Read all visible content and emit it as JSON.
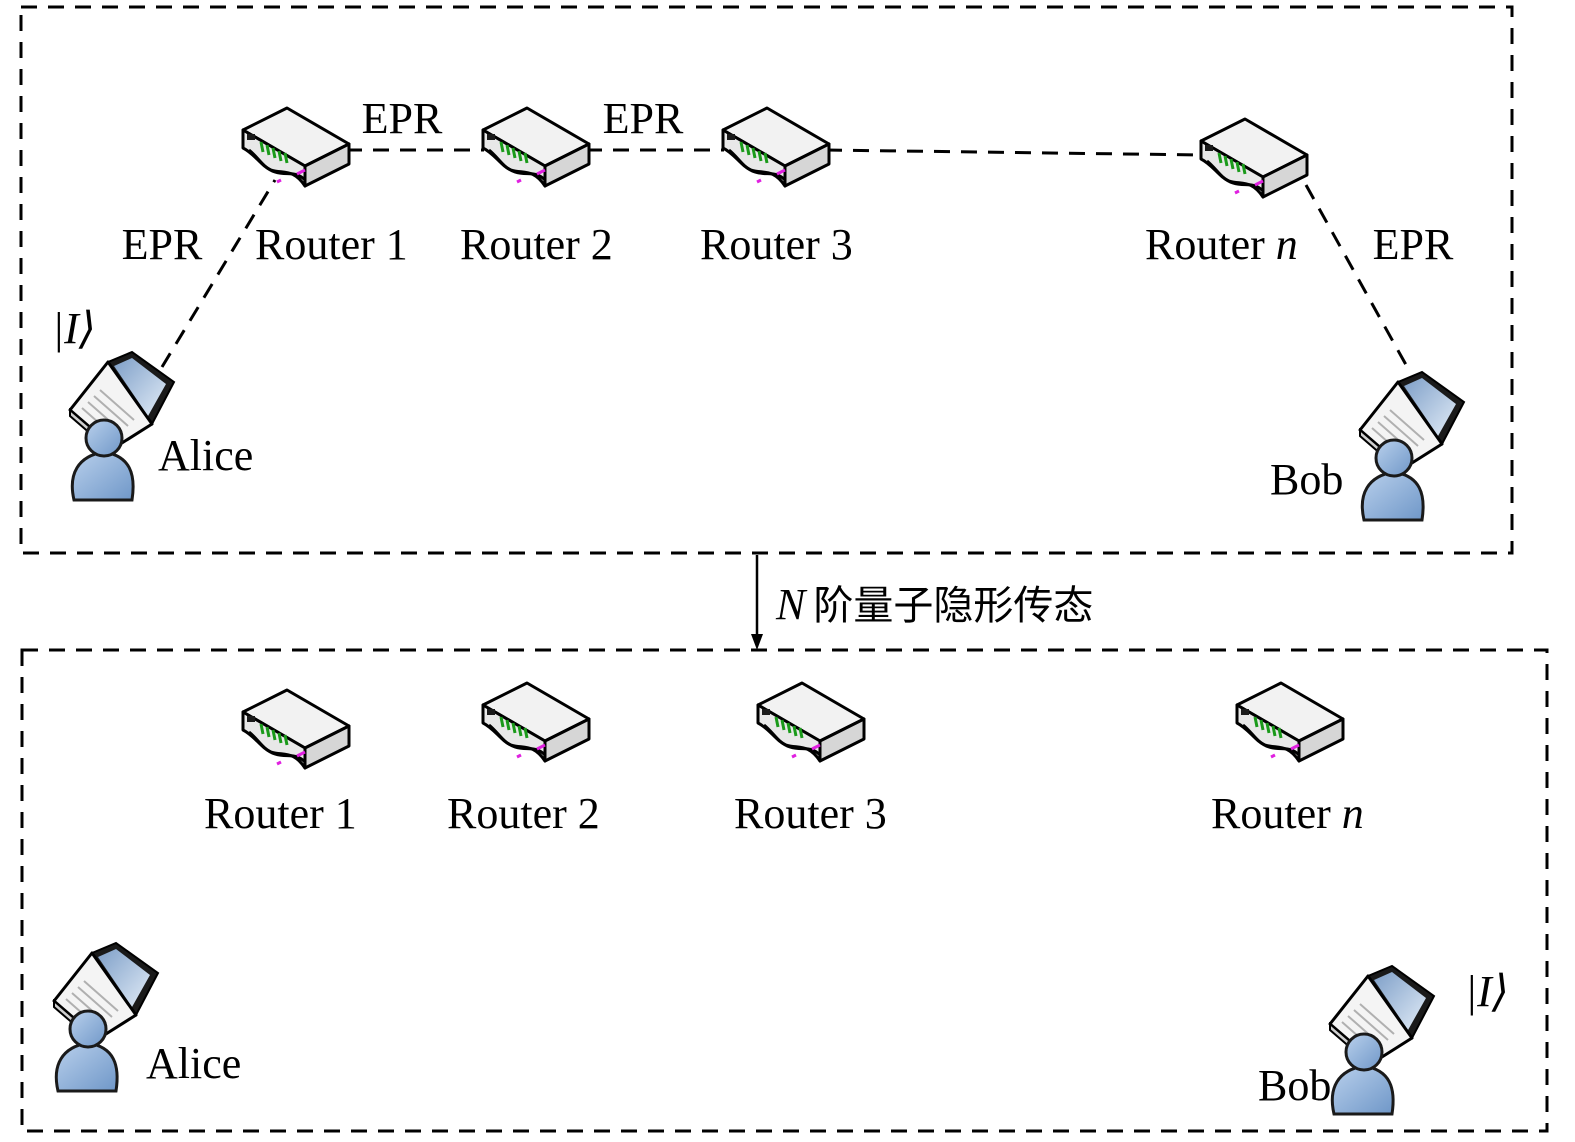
{
  "caption": {
    "prefix": "N",
    "text": "阶量子隐形传态"
  },
  "epr_label": "EPR",
  "ket_label": "|I⟩",
  "top_panel": {
    "routers": [
      {
        "name": "Router",
        "index": "1",
        "index_italic": false
      },
      {
        "name": "Router",
        "index": "2",
        "index_italic": false
      },
      {
        "name": "Router",
        "index": "3",
        "index_italic": false
      },
      {
        "name": "Router",
        "index": "n",
        "index_italic": true
      }
    ],
    "alice": {
      "name": "Alice",
      "holds_state": true
    },
    "bob": {
      "name": "Bob",
      "holds_state": false
    },
    "links": [
      {
        "from": "Alice",
        "to": "Router 1",
        "label": "EPR"
      },
      {
        "from": "Router 1",
        "to": "Router 2",
        "label": "EPR"
      },
      {
        "from": "Router 2",
        "to": "Router 3",
        "label": "EPR"
      },
      {
        "from": "Router 3",
        "to": "Router n",
        "label": ""
      },
      {
        "from": "Router n",
        "to": "Bob",
        "label": "EPR"
      }
    ]
  },
  "bottom_panel": {
    "routers": [
      {
        "name": "Router",
        "index": "1",
        "index_italic": false
      },
      {
        "name": "Router",
        "index": "2",
        "index_italic": false
      },
      {
        "name": "Router",
        "index": "3",
        "index_italic": false
      },
      {
        "name": "Router",
        "index": "n",
        "index_italic": true
      }
    ],
    "alice": {
      "name": "Alice",
      "holds_state": false
    },
    "bob": {
      "name": "Bob",
      "holds_state": true
    }
  },
  "icons": {
    "router": "router-icon",
    "laptop": "laptop-icon",
    "user": "user-icon"
  },
  "colors": {
    "router_top": "#f2f2f2",
    "router_side": "#d8d8d8",
    "router_port": "#1a9a1a",
    "router_led": "#e020e0",
    "user_fill": "#8fb3dc",
    "screen": "#a9c3e0"
  }
}
